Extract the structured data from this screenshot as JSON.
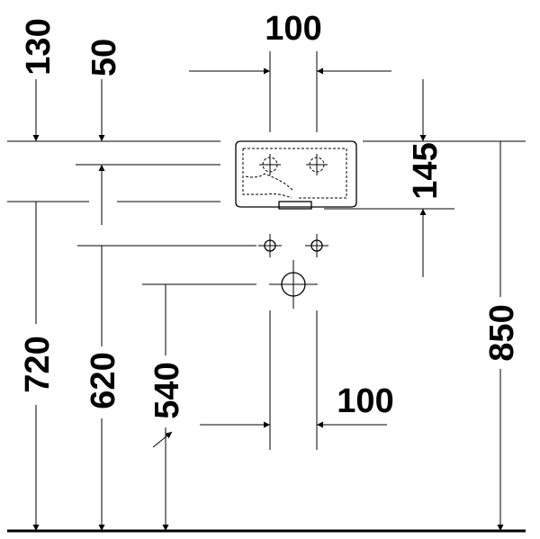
{
  "dimensions": {
    "top_width": "100",
    "depth_130": "130",
    "offset_50": "50",
    "basin_height": "145",
    "height_720": "720",
    "height_620": "620",
    "height_540": "540",
    "bottom_width": "100",
    "height_850": "850"
  }
}
